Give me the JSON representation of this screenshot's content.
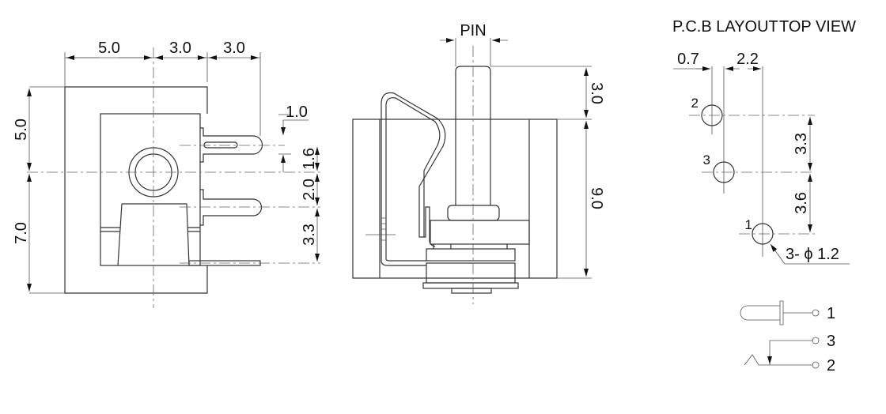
{
  "front_view": {
    "dims": {
      "w1": "5.0",
      "w2": "3.0",
      "w3": "3.0",
      "h_top": "5.0",
      "h_bottom": "7.0",
      "pin_w": "1.0",
      "p1": "1.6",
      "p2": "2.0",
      "p3": "3.3"
    }
  },
  "side_view": {
    "pin_label": "PIN",
    "dims": {
      "pin_height": "3.0",
      "body_height": "9.0"
    }
  },
  "pcb_layout": {
    "title": "P.C.B LAYOUT",
    "view_label": "TOP VIEW",
    "dims": {
      "x1": "0.7",
      "x2": "2.2",
      "y1": "3.3",
      "y2": "3.6"
    },
    "hole_note": "3- ϕ 1.2",
    "pins": [
      "1",
      "2",
      "3"
    ]
  },
  "schematic": {
    "terminals": [
      "1",
      "3",
      "2"
    ]
  }
}
